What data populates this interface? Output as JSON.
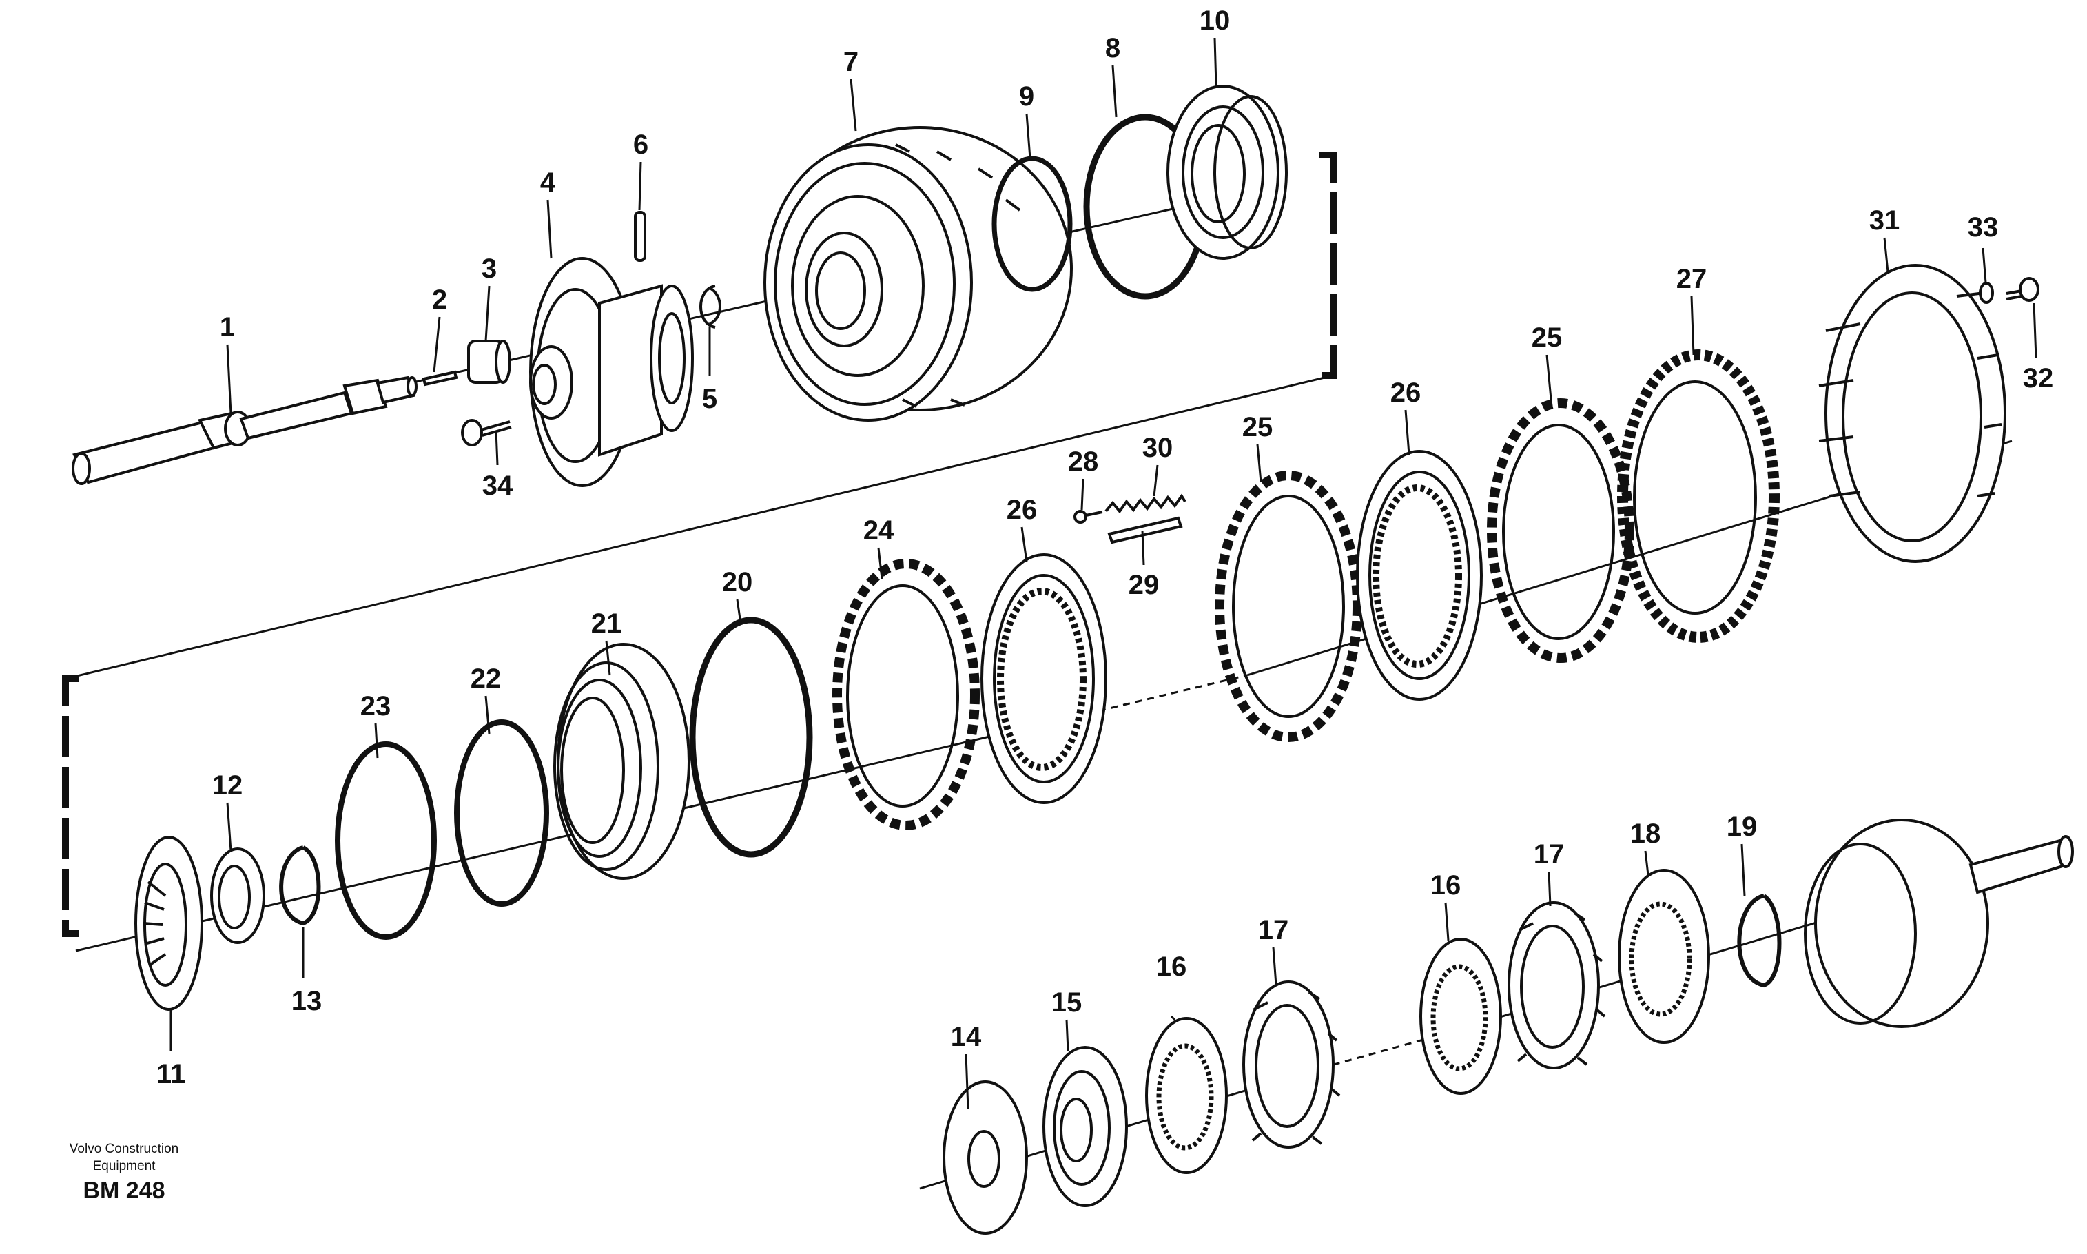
{
  "callouts": [
    {
      "id": "c1",
      "text": "1"
    },
    {
      "id": "c2",
      "text": "2"
    },
    {
      "id": "c3",
      "text": "3"
    },
    {
      "id": "c4",
      "text": "4"
    },
    {
      "id": "c5",
      "text": "5"
    },
    {
      "id": "c6",
      "text": "6"
    },
    {
      "id": "c7",
      "text": "7"
    },
    {
      "id": "c8",
      "text": "8"
    },
    {
      "id": "c9",
      "text": "9"
    },
    {
      "id": "c10",
      "text": "10"
    },
    {
      "id": "c11",
      "text": "11"
    },
    {
      "id": "c12",
      "text": "12"
    },
    {
      "id": "c13",
      "text": "13"
    },
    {
      "id": "c14",
      "text": "14"
    },
    {
      "id": "c15",
      "text": "15"
    },
    {
      "id": "c16a",
      "text": "16"
    },
    {
      "id": "c16b",
      "text": "16"
    },
    {
      "id": "c17a",
      "text": "17"
    },
    {
      "id": "c17b",
      "text": "17"
    },
    {
      "id": "c18",
      "text": "18"
    },
    {
      "id": "c19",
      "text": "19"
    },
    {
      "id": "c20",
      "text": "20"
    },
    {
      "id": "c21",
      "text": "21"
    },
    {
      "id": "c22",
      "text": "22"
    },
    {
      "id": "c23",
      "text": "23"
    },
    {
      "id": "c24",
      "text": "24"
    },
    {
      "id": "c25a",
      "text": "25"
    },
    {
      "id": "c25b",
      "text": "25"
    },
    {
      "id": "c26a",
      "text": "26"
    },
    {
      "id": "c26b",
      "text": "26"
    },
    {
      "id": "c27",
      "text": "27"
    },
    {
      "id": "c28",
      "text": "28"
    },
    {
      "id": "c29",
      "text": "29"
    },
    {
      "id": "c30",
      "text": "30"
    },
    {
      "id": "c31",
      "text": "31"
    },
    {
      "id": "c32",
      "text": "32"
    },
    {
      "id": "c33",
      "text": "33"
    },
    {
      "id": "c34",
      "text": "34"
    }
  ],
  "footer": {
    "company_line1": "Volvo Construction",
    "company_line2": "Equipment",
    "code": "BM 248"
  }
}
